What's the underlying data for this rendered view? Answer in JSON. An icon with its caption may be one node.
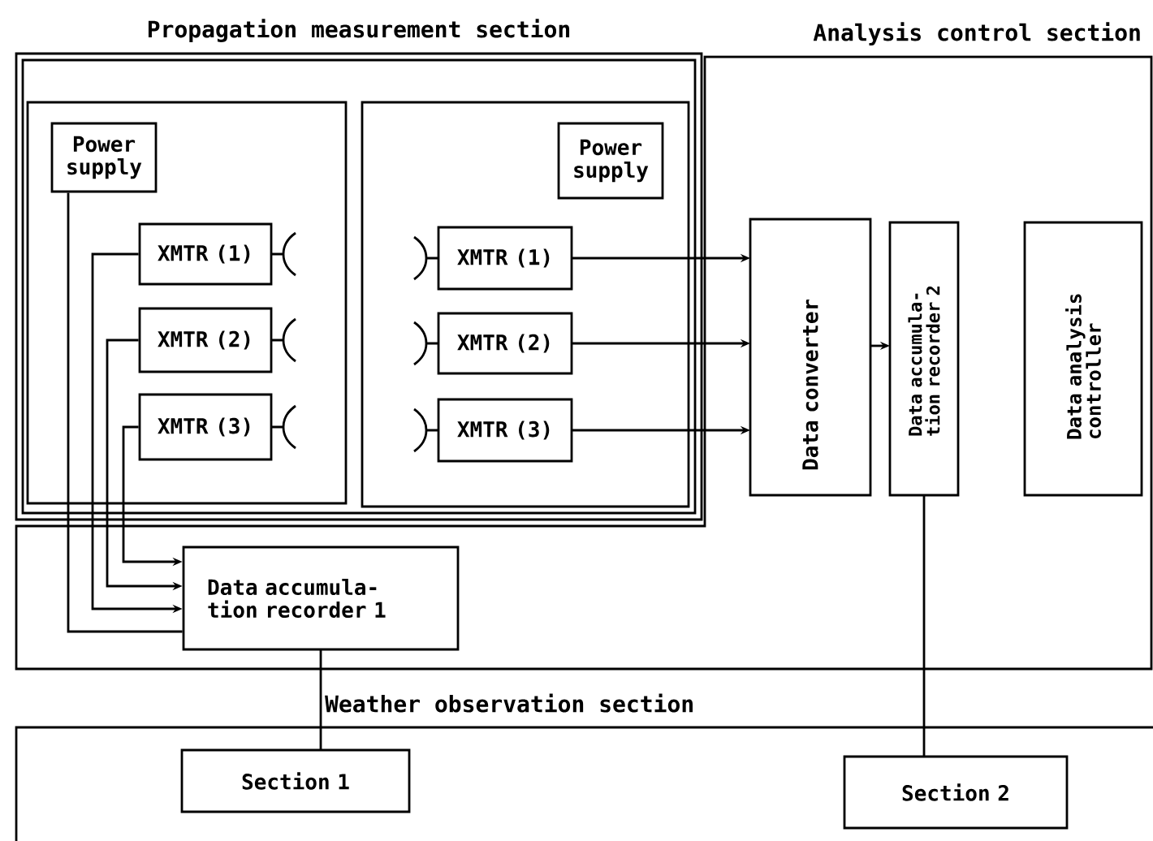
{
  "diagram": {
    "nodes": [
      {
        "text": [
          "Propagation measurement section"
        ]
      },
      {
        "text": [],
        "shape": "box",
        "in": 0
      },
      {
        "text": [
          "Power supply"
        ],
        "in": 1
      },
      {
        "text": [
          "XMTR (1)"
        ],
        "in": 1
      },
      {
        "text": [
          "XMTR (2)"
        ],
        "in": 1
      },
      {
        "text": [
          "XMTR (3)"
        ],
        "in": 1
      },
      {
        "text": [],
        "shape": "box",
        "in": 0
      },
      {
        "text": [
          "Power supply"
        ],
        "in": 6
      },
      {
        "text": [
          "XMTR (1)"
        ],
        "in": 6
      },
      {
        "text": [
          "XMTR (2)"
        ],
        "in": 6
      },
      {
        "text": [
          "XMTR (3)"
        ],
        "in": 6
      },
      {
        "text": [
          "Analysis control section"
        ]
      },
      {
        "text": [
          "Data converter"
        ],
        "in": 11
      },
      {
        "text": [
          "Data accumula- tion recorder 2"
        ],
        "in": 11
      },
      {
        "text": [
          "Data analysis controller"
        ],
        "in": 11
      },
      {
        "text": [
          "Data accumula- tion recorder 1"
        ],
        "in": 11
      },
      {
        "text": [
          "Weather observation section"
        ]
      },
      {
        "text": [
          "Section 1"
        ],
        "in": 16
      },
      {
        "text": [
          "Section 2"
        ],
        "in": 16
      }
    ],
    "edges": [
      {
        "from": 2,
        "to": 15,
        "arrow": "none"
      },
      {
        "from": 3,
        "to": 15,
        "arrow": "to"
      },
      {
        "from": 4,
        "to": 15,
        "arrow": "to"
      },
      {
        "from": 5,
        "to": 15,
        "arrow": "to"
      },
      {
        "from": 8,
        "to": 12,
        "arrow": "to"
      },
      {
        "from": 9,
        "to": 12,
        "arrow": "to"
      },
      {
        "from": 10,
        "to": 12,
        "arrow": "to"
      },
      {
        "from": 12,
        "to": 13,
        "arrow": "to"
      },
      {
        "from": 15,
        "to": 17,
        "arrow": "none"
      },
      {
        "from": 13,
        "to": 18,
        "arrow": "none"
      }
    ]
  }
}
